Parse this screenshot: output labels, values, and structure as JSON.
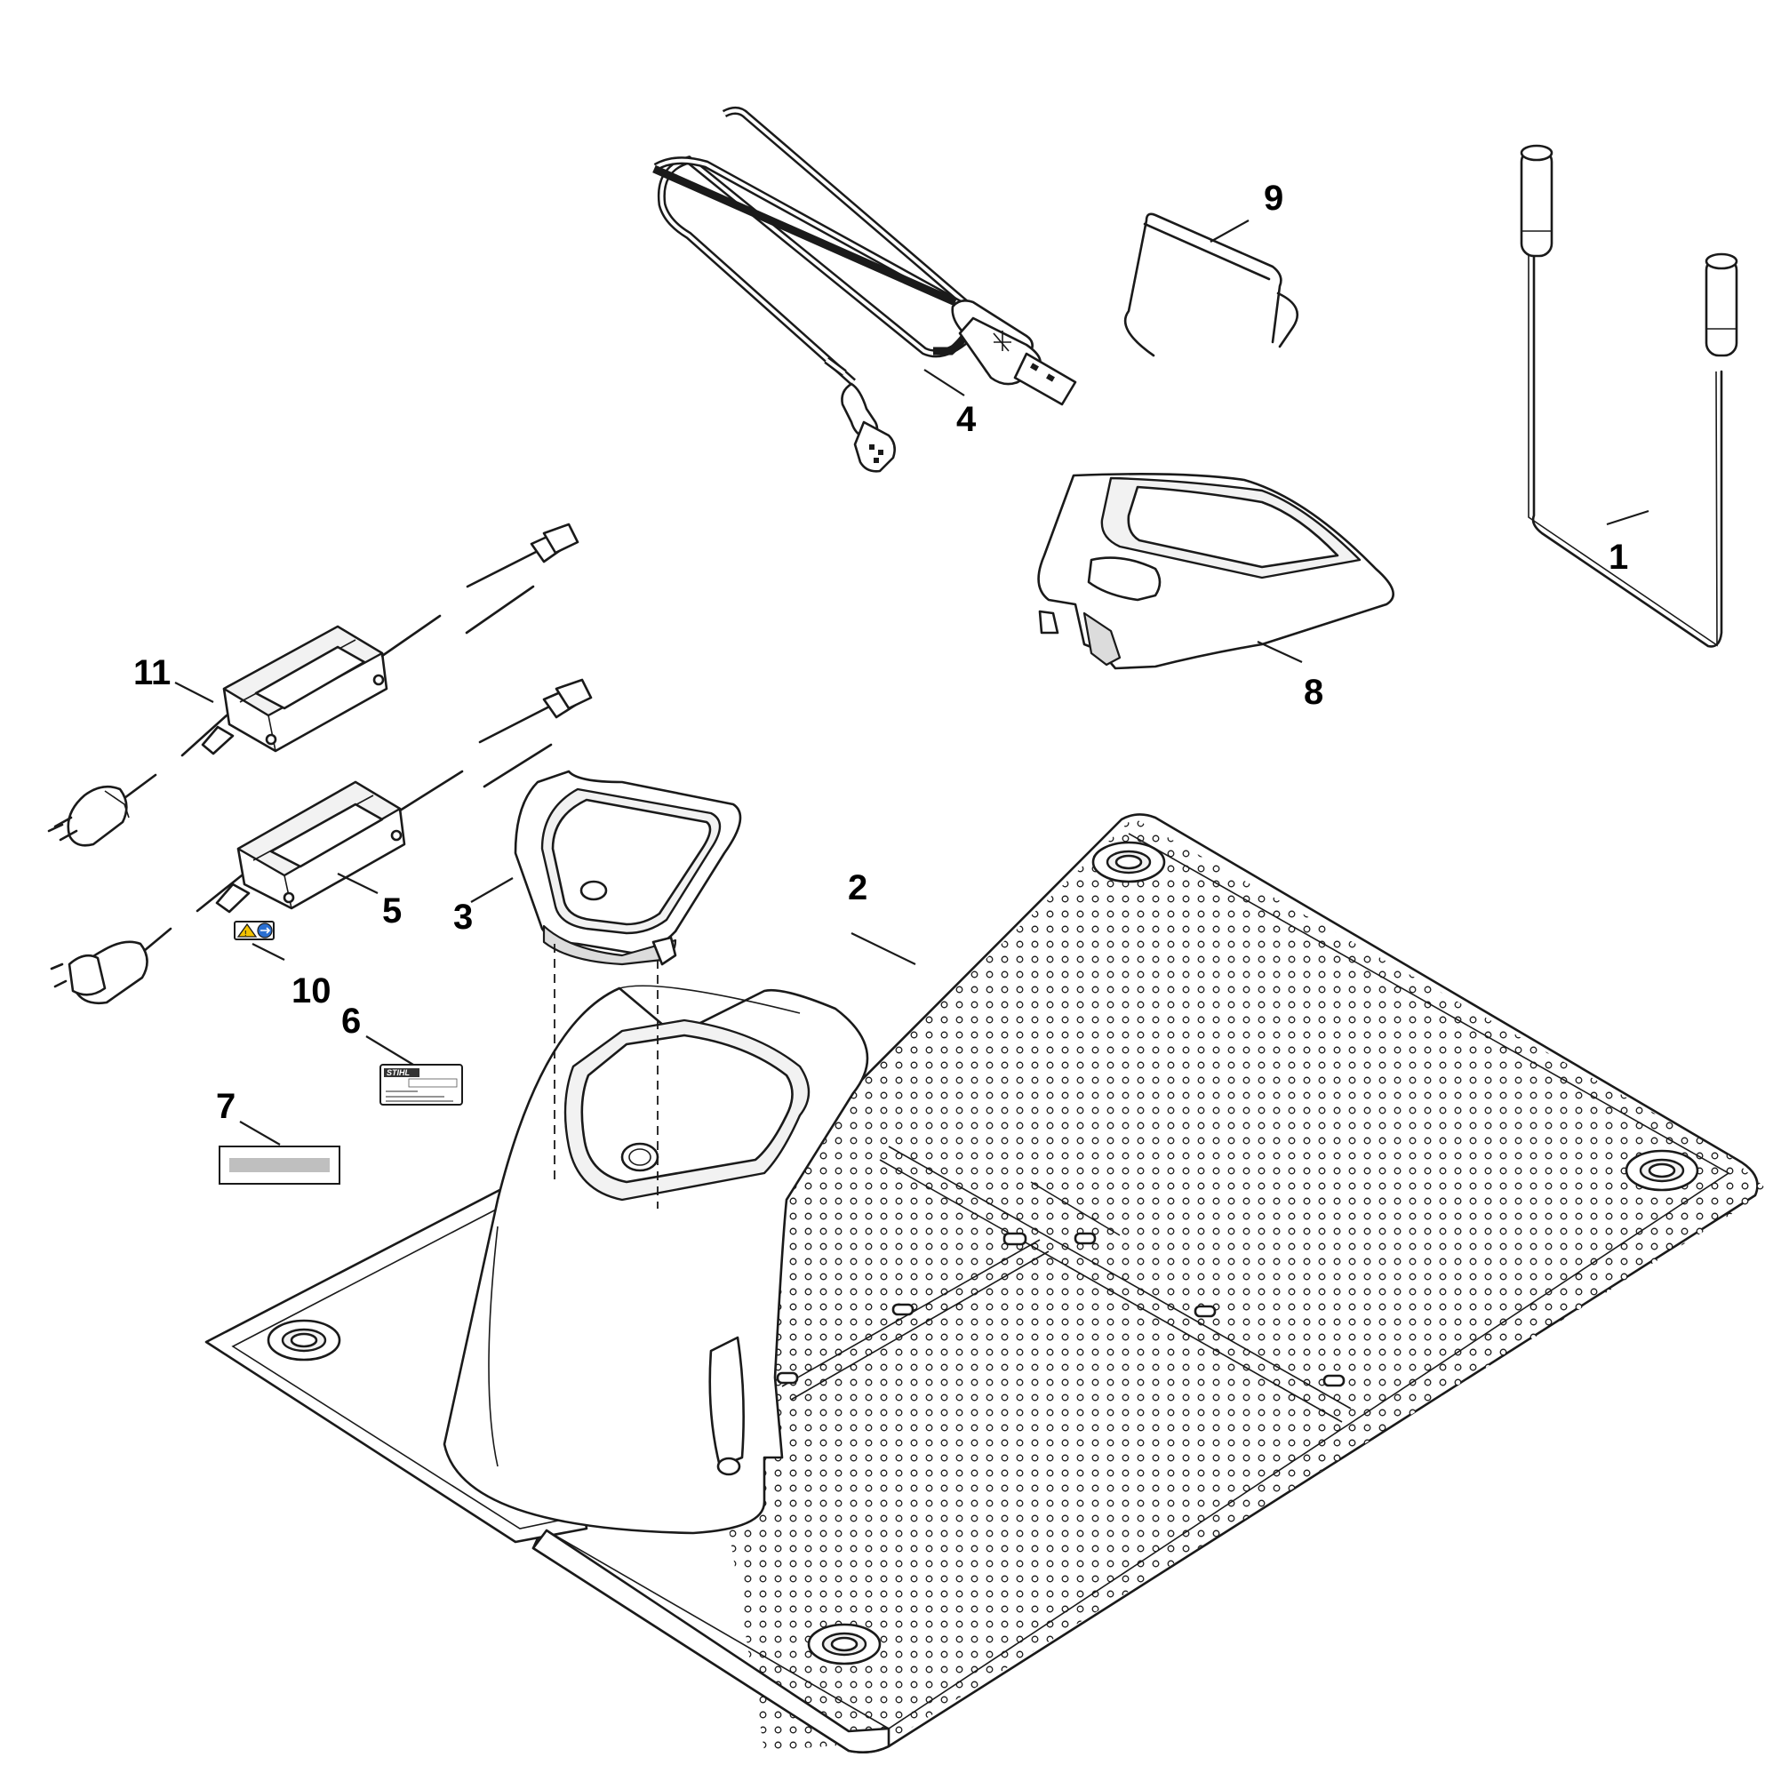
{
  "diagram": {
    "callouts": [
      {
        "id": "c1",
        "text": "1"
      },
      {
        "id": "c2",
        "text": "2"
      },
      {
        "id": "c3",
        "text": "3"
      },
      {
        "id": "c4",
        "text": "4"
      },
      {
        "id": "c5",
        "text": "5"
      },
      {
        "id": "c6",
        "text": "6"
      },
      {
        "id": "c7",
        "text": "7"
      },
      {
        "id": "c8",
        "text": "8"
      },
      {
        "id": "c9",
        "text": "9"
      },
      {
        "id": "c10",
        "text": "10"
      },
      {
        "id": "c11",
        "text": "11"
      }
    ],
    "rating_plate": {
      "brand": "STIHL"
    },
    "colors": {
      "line": "#1a1a1a",
      "background": "#ffffff",
      "warning_yellow": "#f2c200",
      "info_blue": "#2a6fd1"
    }
  }
}
